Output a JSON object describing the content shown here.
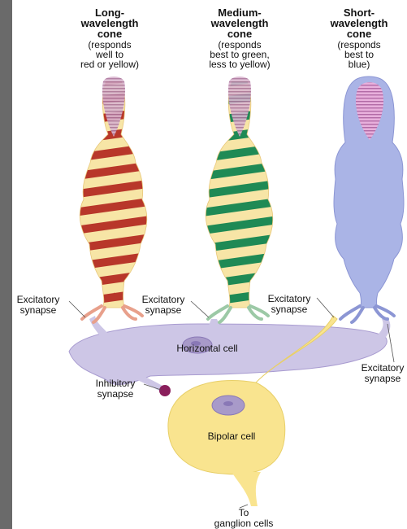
{
  "cones": [
    {
      "title1": "Long-",
      "title2": "wavelength",
      "title3": "cone",
      "desc1": "(responds",
      "desc2": "well to",
      "desc3": "red or yellow)",
      "stripe": "#b8372a",
      "segment": "#d4b2c9"
    },
    {
      "title1": "Medium-",
      "title2": "wavelength",
      "title3": "cone",
      "desc1": "(responds",
      "desc2": "best to green,",
      "desc3": "less to yellow)",
      "stripe": "#1f8a55",
      "segment": "#d4b2c9"
    },
    {
      "title1": "Short-",
      "title2": "wavelength",
      "title3": "cone",
      "desc1": "(responds",
      "desc2": "best to",
      "desc3": "blue)",
      "stripe": "",
      "segment": "#e3a7d8"
    }
  ],
  "labels": {
    "exc_1a": "Excitatory",
    "exc_1b": "synapse",
    "exc_2a": "Excitatory",
    "exc_2b": "synapse",
    "exc_3a": "Excitatory",
    "exc_3b": "synapse",
    "exc_4a": "Excitatory",
    "exc_4b": "synapse",
    "horizontal": "Horizontal cell",
    "inhib_a": "Inhibitory",
    "inhib_b": "synapse",
    "bipolar": "Bipolar cell",
    "to_a": "To",
    "to_b": "ganglion cells"
  },
  "colors": {
    "cream": "#f7e5a6",
    "horizontal": "#cdc6e6",
    "bipolar": "#f9e48f",
    "blue_cone": "#aab4e6",
    "inhibitory": "#8a1f5c",
    "nucleus": "#a89ac9"
  }
}
